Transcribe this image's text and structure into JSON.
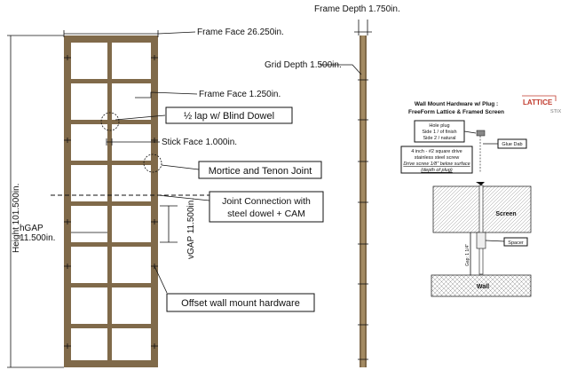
{
  "frame": {
    "frame_face_top": "Frame Face  26.250in.",
    "frame_face_side": "Frame Face  1.250in.",
    "stick_face": "Stick Face  1.000in.",
    "height": "Height 101.500in.",
    "hgap_line1": "hGAP",
    "hgap_line2": "11.500in.",
    "vgap": "vGAP 11.500in."
  },
  "callouts": {
    "half_lap": "½ lap w/ Blind Dowel",
    "mortice": "Mortice and Tenon Joint",
    "joint_line1": "Joint Connection with",
    "joint_line2": "steel dowel + CAM",
    "offset": "Offset wall mount hardware"
  },
  "side": {
    "frame_depth": "Frame Depth  1.750in.",
    "grid_depth": "Grid Depth  1.500in."
  },
  "hardware": {
    "title_line1": "Wall Mount Hardware w/ Plug  :",
    "title_line2": "FreeForm Lattice & Framed Screen",
    "logo_main": "LATTICE",
    "logo_sub": "STIX",
    "hole_plug_1": "Hole plug",
    "hole_plug_2": "Side 1 / of finish",
    "hole_plug_3": "Side 2 / natural",
    "glue_dab": "Glue Dab",
    "screw_1": "4 inch - #2 square drive",
    "screw_2": "stainless steel screw",
    "screw_3": "Drive screw 1/8\" below surface",
    "screw_4": "(depth of plug)",
    "screen": "Screen",
    "spacer": "Spacer",
    "gap": "Gap: 1 1/4\"",
    "wall": "Wall"
  },
  "colors": {
    "wood": "#806a4a",
    "logo_red": "#c0392b"
  }
}
